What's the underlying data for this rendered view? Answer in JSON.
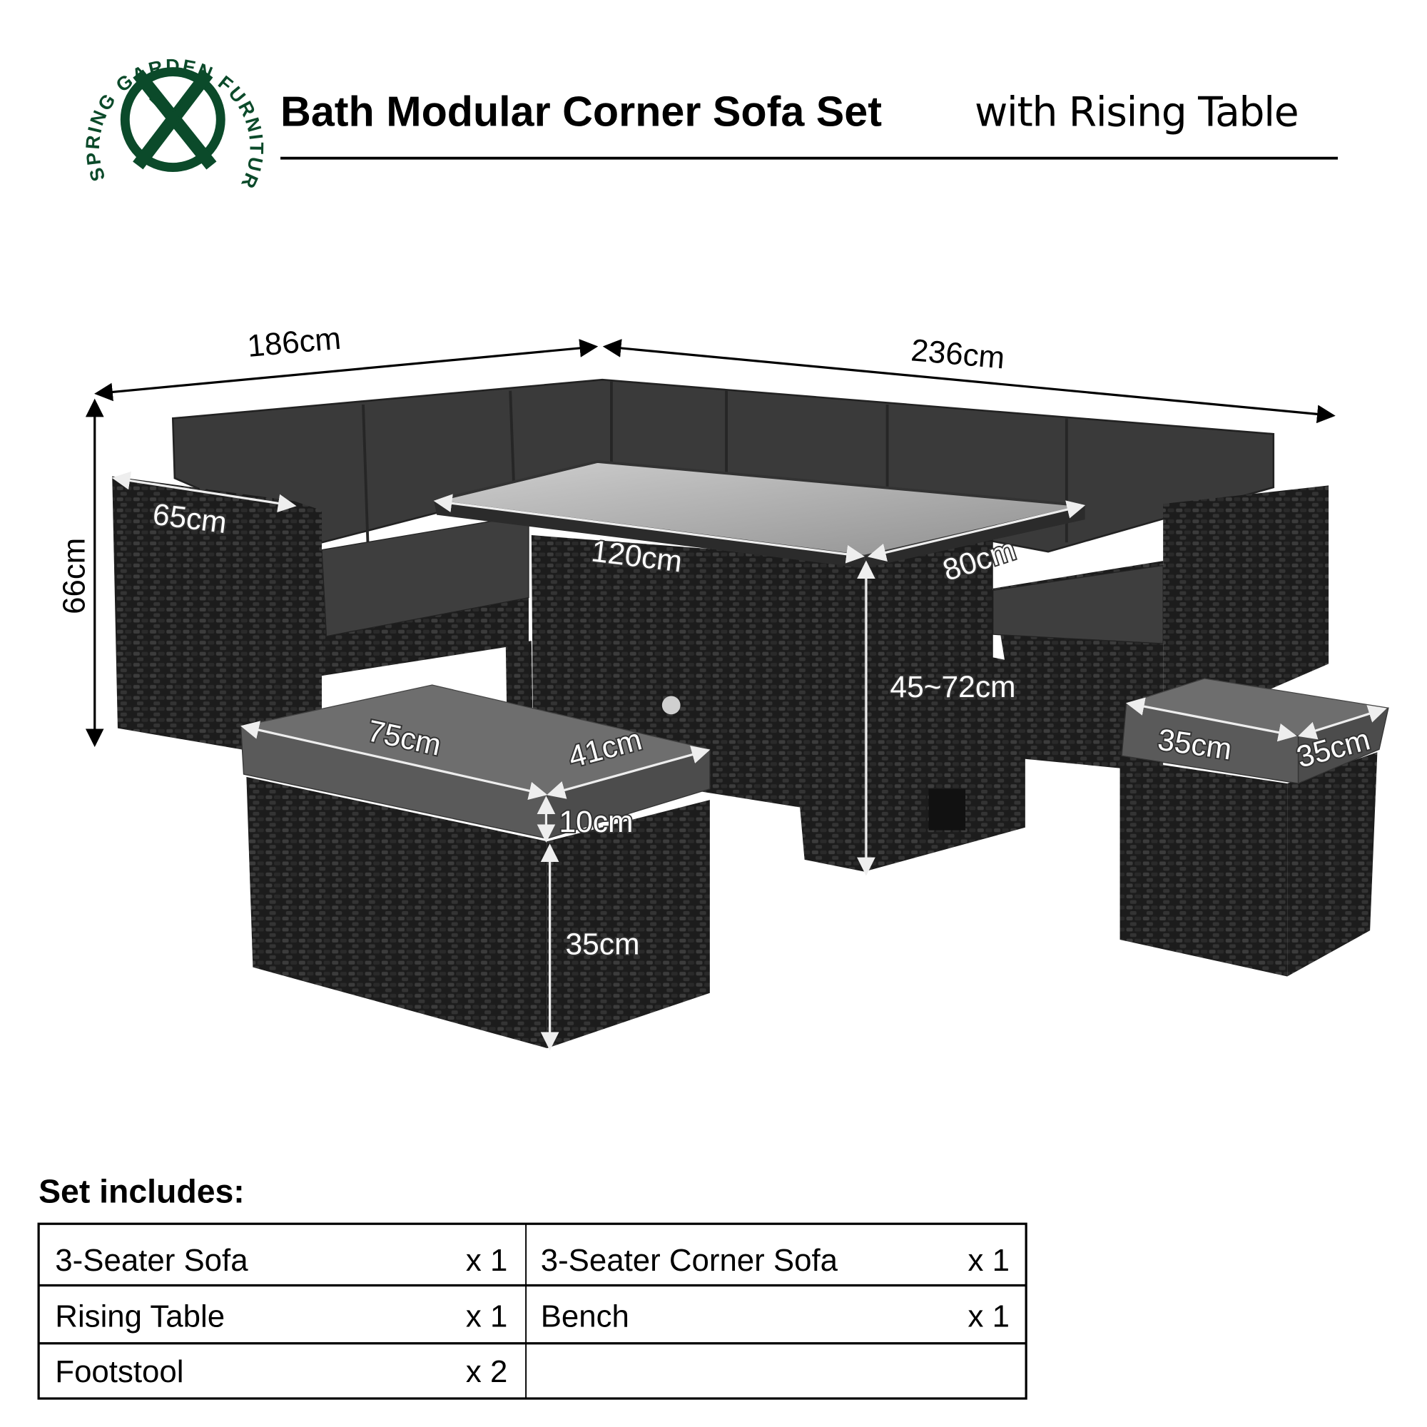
{
  "logo": {
    "text": "SPRING GARDEN FURNITURE",
    "color": "#0b4a2a"
  },
  "header": {
    "title_bold": "Bath Modular Corner Sofa Set",
    "title_light": "with Rising Table"
  },
  "dimensions": {
    "overall_left_width": "186cm",
    "overall_right_width": "236cm",
    "overall_height": "66cm",
    "arm_depth": "65cm",
    "table_length": "120cm",
    "table_width": "80cm",
    "table_height": "45~72cm",
    "bench_length": "75cm",
    "bench_width": "41cm",
    "bench_cushion_height": "10cm",
    "bench_height": "35cm",
    "stool_length": "35cm",
    "stool_width": "35cm"
  },
  "set_includes": {
    "heading": "Set includes:",
    "rows": [
      [
        {
          "item": "3-Seater Sofa",
          "qty": "x 1"
        },
        {
          "item": "3-Seater Corner Sofa",
          "qty": "x 1"
        }
      ],
      [
        {
          "item": "Rising Table",
          "qty": "x 1"
        },
        {
          "item": "Bench",
          "qty": "x 1"
        }
      ],
      [
        {
          "item": "Footstool",
          "qty": "x 2"
        },
        {
          "item": "",
          "qty": ""
        }
      ]
    ]
  }
}
